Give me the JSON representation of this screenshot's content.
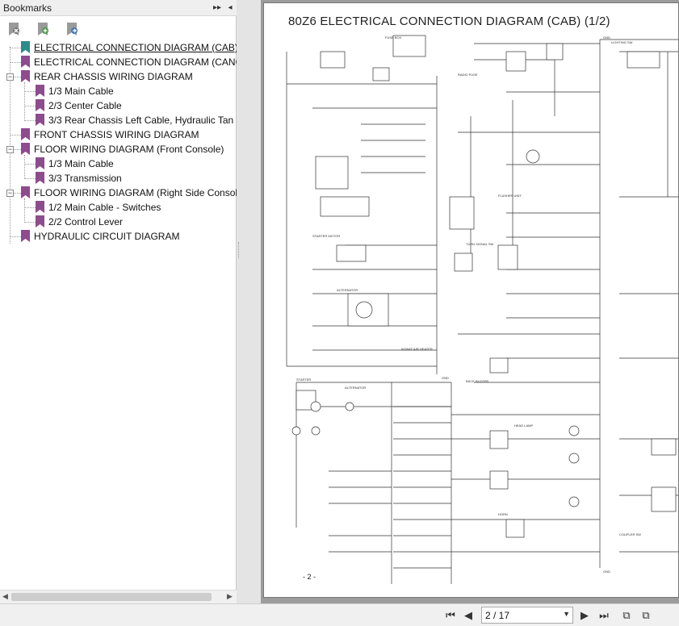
{
  "bookmarks_panel": {
    "title": "Bookmarks",
    "items": [
      {
        "label": "ELECTRICAL CONNECTION DIAGRAM (CAB)",
        "selected": true
      },
      {
        "label": "ELECTRICAL CONNECTION DIAGRAM (CANOP"
      },
      {
        "label": "REAR CHASSIS WIRING DIAGRAM",
        "expanded": true
      },
      {
        "label": "1/3 Main Cable"
      },
      {
        "label": "2/3 Center Cable"
      },
      {
        "label": "3/3 Rear Chassis Left Cable, Hydraulic Tan"
      },
      {
        "label": "FRONT CHASSIS WIRING DIAGRAM"
      },
      {
        "label": "FLOOR WIRING DIAGRAM (Front Console)",
        "expanded": true
      },
      {
        "label": "1/3 Main Cable"
      },
      {
        "label": "3/3 Transmission"
      },
      {
        "label": "FLOOR WIRING DIAGRAM (Right Side Console",
        "expanded": true
      },
      {
        "label": "1/2 Main Cable - Switches"
      },
      {
        "label": "2/2 Control Lever"
      },
      {
        "label": "HYDRAULIC CIRCUIT DIAGRAM"
      }
    ],
    "toggle_symbol": "−"
  },
  "document": {
    "title": "80Z6 ELECTRICAL CONNECTION DIAGRAM (CAB) (1/2)",
    "page_number_label": "- 2 -"
  },
  "navigation": {
    "page_display": "2 / 17"
  },
  "colors": {
    "bookmark_flag": "#8c4d8c",
    "selected_flag": "#2f8a8a"
  }
}
